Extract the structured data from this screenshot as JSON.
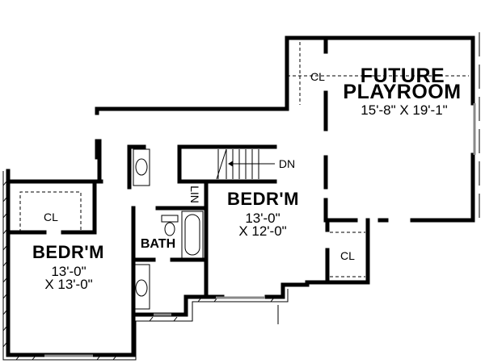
{
  "plan": {
    "type": "second floor plan",
    "rooms": [
      {
        "id": "playroom",
        "name_line1": "FUTURE",
        "name_line2": "PLAYROOM",
        "dimensions": "15'-8\" X 19'-1\""
      },
      {
        "id": "bedroom_left",
        "name": "BEDR'M",
        "dim_line1": "13'-0\"",
        "dim_line2": "X 13'-0\""
      },
      {
        "id": "bedroom_center",
        "name": "BEDR'M",
        "dim_line1": "13'-0\"",
        "dim_line2": "X 12'-0\""
      },
      {
        "id": "bath",
        "name": "BATH"
      }
    ],
    "labels": {
      "closet_playroom": "CL",
      "closet_left": "CL",
      "closet_right": "CL",
      "linen": "LIN",
      "stairs": "DN"
    }
  },
  "colors": {
    "wall": "#000000",
    "window": "#888888",
    "background": "#ffffff"
  }
}
